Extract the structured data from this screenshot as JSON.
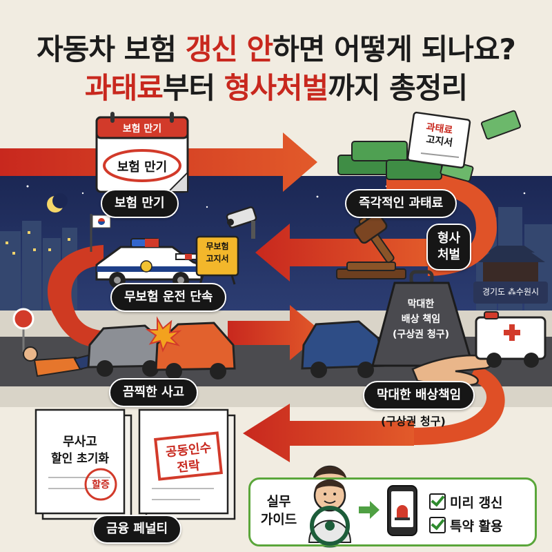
{
  "title": {
    "line1_a": "자동차 보험 ",
    "line1_b": "갱신 안",
    "line1_c": "하면 어떻게 되나요?",
    "line2_a": "과태료",
    "line2_b": "부터 ",
    "line2_c": "형사처벌",
    "line2_d": "까지 총정리"
  },
  "steps": {
    "expiry": {
      "calendar_header": "보험 만기",
      "calendar_stamp": "보험 만기",
      "label": "보험 만기"
    },
    "fine": {
      "notice_line1": "과태료",
      "notice_line2": "고지서",
      "label": "즉각적인 과태료"
    },
    "criminal": {
      "label_line1": "형사",
      "label_line2": "처벌",
      "region_sign": "경기도 ⁂수원시"
    },
    "crackdown": {
      "sign_line1": "무보험",
      "sign_line2": "고지서",
      "label": "무보험 운전 단속"
    },
    "accident": {
      "label": "끔찍한 사고"
    },
    "liability": {
      "weight_line1": "막대한",
      "weight_line2": "배상 책임",
      "weight_line3": "(구상권 청구)",
      "label": "막대한 배상책임",
      "sublabel": "(구상권 청구)"
    },
    "financial": {
      "doc1_line1": "무사고",
      "doc1_line2": "할인 초기화",
      "doc1_stamp": "할증",
      "doc2_stamp_line1": "공동인수",
      "doc2_stamp_line2": "전락",
      "label": "금융 페널티"
    }
  },
  "guide": {
    "title_line1": "실무",
    "title_line2": "가이드",
    "item1": "미리 갱신",
    "item2": "특약 활용"
  },
  "colors": {
    "background": "#f1ece1",
    "arrow_red": "#c8281e",
    "arrow_orange": "#e2582a",
    "night_sky": "#1d2a55",
    "guide_green": "#5aa63a"
  },
  "icons": [
    "calendar-icon",
    "money-stack-icon",
    "fine-notice-icon",
    "gavel-icon",
    "cctv-icon",
    "police-car-icon",
    "barrier-sign-icon",
    "crashed-car-icon",
    "injured-person-icon",
    "weight-icon",
    "hand-icon",
    "ambulance-icon",
    "document-icon",
    "driver-icon",
    "smartphone-alert-icon",
    "checkbox-icon",
    "moon-icon",
    "flag-icon",
    "stop-sign-icon",
    "palace-icon"
  ]
}
